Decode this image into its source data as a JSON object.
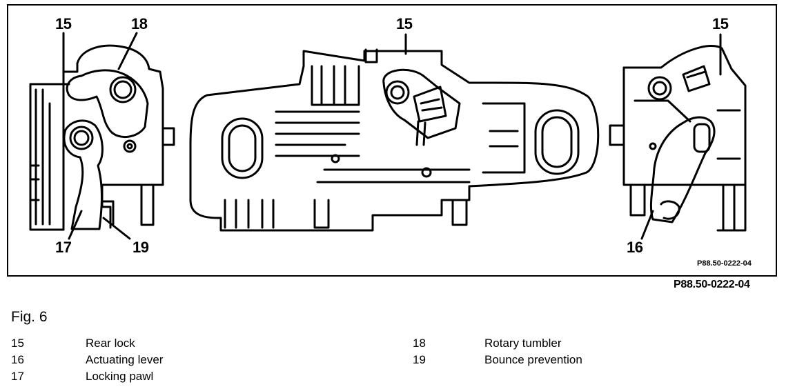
{
  "figure": {
    "title": "Fig. 6",
    "code_inner": "P88.50-0222-04",
    "code_outer": "P88.50-0222-04"
  },
  "callouts": {
    "left_15": "15",
    "left_18": "18",
    "left_17": "17",
    "left_19": "19",
    "center_15": "15",
    "right_15": "15",
    "right_16": "16"
  },
  "legend": {
    "left": [
      {
        "number": "15",
        "text": "Rear lock"
      },
      {
        "number": "16",
        "text": "Actuating lever"
      },
      {
        "number": "17",
        "text": "Locking pawl"
      }
    ],
    "right": [
      {
        "number": "18",
        "text": "Rotary tumbler"
      },
      {
        "number": "19",
        "text": "Bounce prevention"
      }
    ]
  }
}
